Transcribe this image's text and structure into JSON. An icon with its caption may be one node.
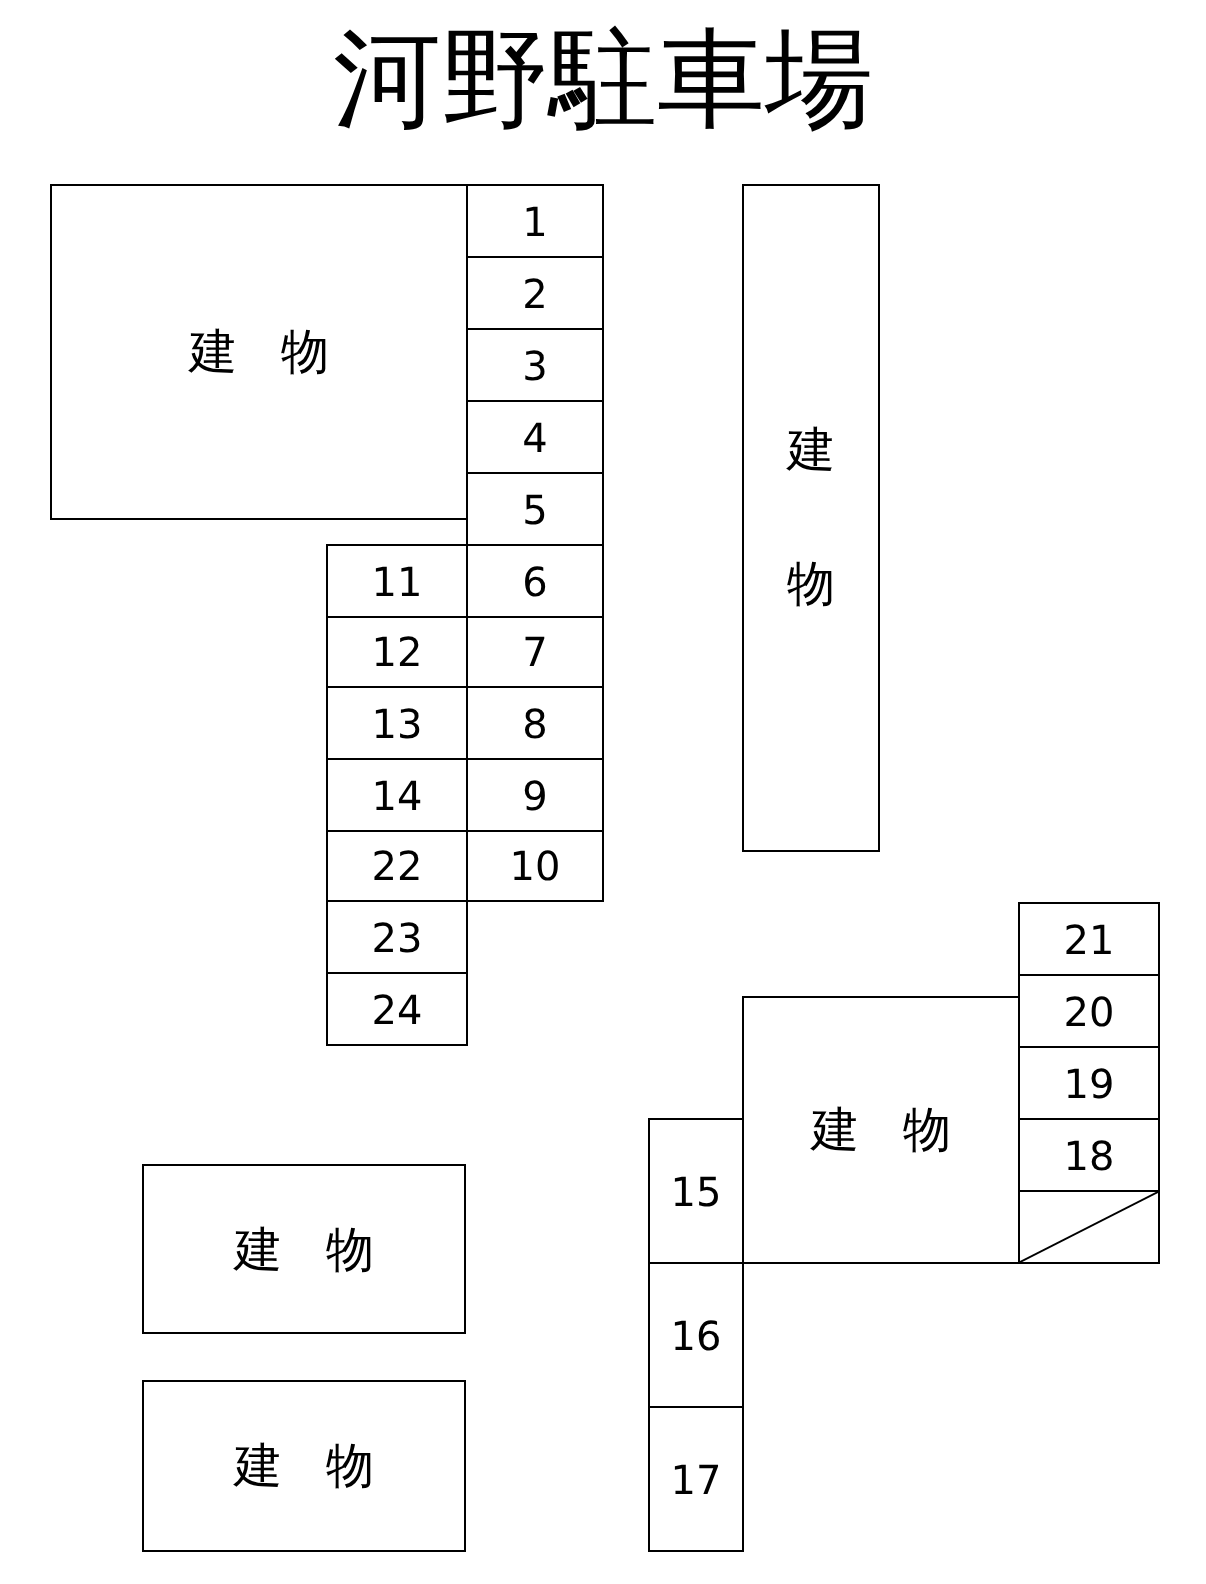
{
  "diagram": {
    "title": "河野駐車場",
    "nodes": [
      {
        "text": [
          "建物"
        ]
      },
      {
        "text": [
          "建物"
        ]
      },
      {
        "text": [
          "1"
        ]
      },
      {
        "text": [
          "2"
        ]
      },
      {
        "text": [
          "3"
        ]
      },
      {
        "text": [
          "4"
        ]
      },
      {
        "text": [
          "5"
        ]
      },
      {
        "text": [
          "6"
        ]
      },
      {
        "text": [
          "7"
        ]
      },
      {
        "text": [
          "8"
        ]
      },
      {
        "text": [
          "9"
        ]
      },
      {
        "text": [
          "10"
        ]
      },
      {
        "text": [
          "11"
        ]
      },
      {
        "text": [
          "12"
        ]
      },
      {
        "text": [
          "13"
        ]
      },
      {
        "text": [
          "14"
        ]
      },
      {
        "text": [
          "22"
        ]
      },
      {
        "text": [
          "23"
        ]
      },
      {
        "text": [
          "24"
        ]
      },
      {
        "text": [
          "21"
        ]
      },
      {
        "text": [
          "20"
        ]
      },
      {
        "text": [
          "19"
        ]
      },
      {
        "text": [
          "18"
        ]
      },
      {
        "text": [],
        "shape": "box"
      },
      {
        "text": [
          "建物"
        ]
      },
      {
        "text": [
          "15"
        ]
      },
      {
        "text": [
          "16"
        ]
      },
      {
        "text": [
          "17"
        ]
      },
      {
        "text": [
          "建物"
        ]
      },
      {
        "text": [
          "建物"
        ]
      }
    ]
  }
}
